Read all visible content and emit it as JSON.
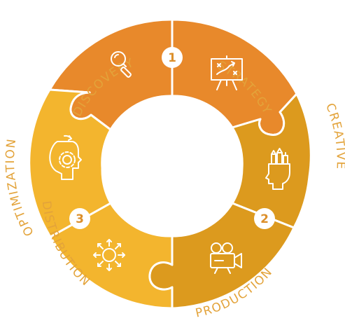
{
  "colors": {
    "discovery": "#E8892B",
    "strategy": "#E8892B",
    "creative": "#DC9A1E",
    "production": "#DC9A1E",
    "distribution": "#F3B52E",
    "optimization": "#F3B52E",
    "label": "#E3A33A",
    "number_circle": "#ffffff",
    "number_text": "#DC8F2A"
  },
  "segments": {
    "discovery": {
      "label": "DISCOVERY",
      "icon": "magnifier-icon"
    },
    "strategy": {
      "label": "STRATEGY",
      "icon": "strategy-board-icon"
    },
    "creative": {
      "label": "CREATIVE",
      "icon": "creative-head-icon"
    },
    "production": {
      "label": "PRODUCTION",
      "icon": "video-camera-icon"
    },
    "distribution": {
      "label": "DISTRIBUTION",
      "icon": "distribution-sun-icon"
    },
    "optimization": {
      "label": "OPTIMIZATION",
      "icon": "optimization-gear-head-icon"
    }
  },
  "numbers": {
    "one": "1",
    "two": "2",
    "three": "3"
  }
}
